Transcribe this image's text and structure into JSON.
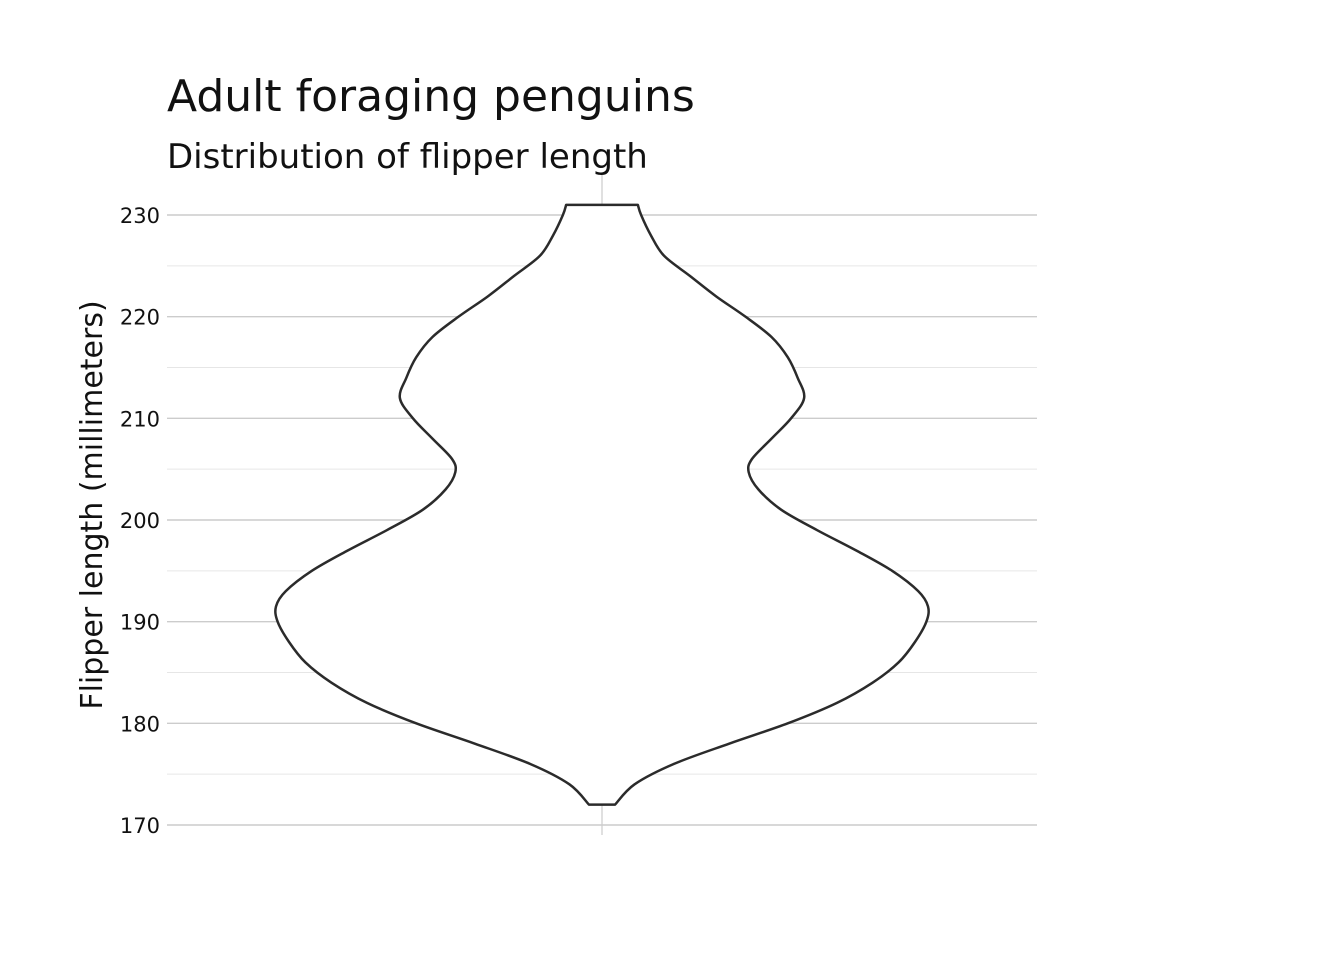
{
  "chart_data": {
    "type": "violin",
    "title": "Adult foraging penguins",
    "subtitle": "Distribution of flipper length",
    "xlabel": "",
    "ylabel": "Flipper length (millimeters)",
    "ylim": [
      170,
      230
    ],
    "y_ticks": [
      170,
      180,
      190,
      200,
      210,
      220,
      230
    ],
    "y_ticks_labels": [
      "170",
      "180",
      "190",
      "200",
      "210",
      "220",
      "230"
    ],
    "grid": true,
    "colors": {
      "outline": "#2b2b2b",
      "fill": "#ffffff",
      "grid_major": "#cccccc",
      "grid_minor": "#e6e6e6"
    },
    "violin": {
      "min": 172,
      "max": 231,
      "density_profile": [
        {
          "y": 172,
          "width": 0.04
        },
        {
          "y": 174,
          "width": 0.1
        },
        {
          "y": 176,
          "width": 0.22
        },
        {
          "y": 178,
          "width": 0.39
        },
        {
          "y": 180,
          "width": 0.57
        },
        {
          "y": 182,
          "width": 0.72
        },
        {
          "y": 184,
          "width": 0.83
        },
        {
          "y": 186,
          "width": 0.91
        },
        {
          "y": 188,
          "width": 0.96
        },
        {
          "y": 190,
          "width": 0.995
        },
        {
          "y": 191.5,
          "width": 1.0
        },
        {
          "y": 193,
          "width": 0.97
        },
        {
          "y": 195,
          "width": 0.89
        },
        {
          "y": 197,
          "width": 0.78
        },
        {
          "y": 199,
          "width": 0.66
        },
        {
          "y": 201,
          "width": 0.55
        },
        {
          "y": 203,
          "width": 0.48
        },
        {
          "y": 204.7,
          "width": 0.45
        },
        {
          "y": 206,
          "width": 0.46
        },
        {
          "y": 208,
          "width": 0.52
        },
        {
          "y": 210,
          "width": 0.58
        },
        {
          "y": 212,
          "width": 0.62
        },
        {
          "y": 214,
          "width": 0.6
        },
        {
          "y": 216,
          "width": 0.57
        },
        {
          "y": 218,
          "width": 0.52
        },
        {
          "y": 220,
          "width": 0.44
        },
        {
          "y": 222,
          "width": 0.35
        },
        {
          "y": 224,
          "width": 0.27
        },
        {
          "y": 226,
          "width": 0.19
        },
        {
          "y": 228,
          "width": 0.15
        },
        {
          "y": 230,
          "width": 0.12
        },
        {
          "y": 231,
          "width": 0.11
        }
      ]
    }
  }
}
